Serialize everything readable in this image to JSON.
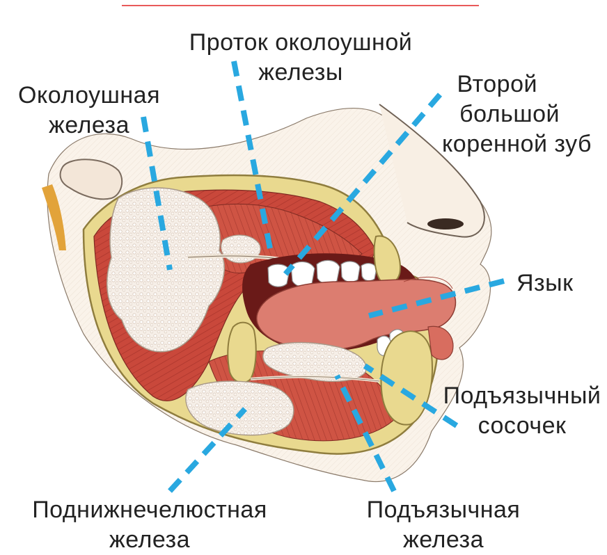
{
  "labels": {
    "parotid_duct": {
      "line1": "Проток околоушной",
      "line2": "железы"
    },
    "parotid_gland": {
      "line1": "Околоушная",
      "line2": "железа"
    },
    "second_molar": {
      "line1": "Второй",
      "line2": "большой",
      "line3": "коренной зуб"
    },
    "tongue": {
      "line1": "Язык"
    },
    "sublingual_papilla": {
      "line1": "Подъязычный",
      "line2": "сосочек"
    },
    "submandibular_gland": {
      "line1": "Поднижнечелюстная",
      "line2": "железа"
    },
    "sublingual_gland": {
      "line1": "Подъязычная",
      "line2": "железа"
    }
  },
  "colors": {
    "leader_lines": "#29a8e0",
    "top_rule": "#e85a5a",
    "muscle": "#c8473a",
    "muscle_dark": "#a8342b",
    "gland": "#f4ede6",
    "skin": "#f7efe6",
    "bone": "#e9d98f"
  }
}
